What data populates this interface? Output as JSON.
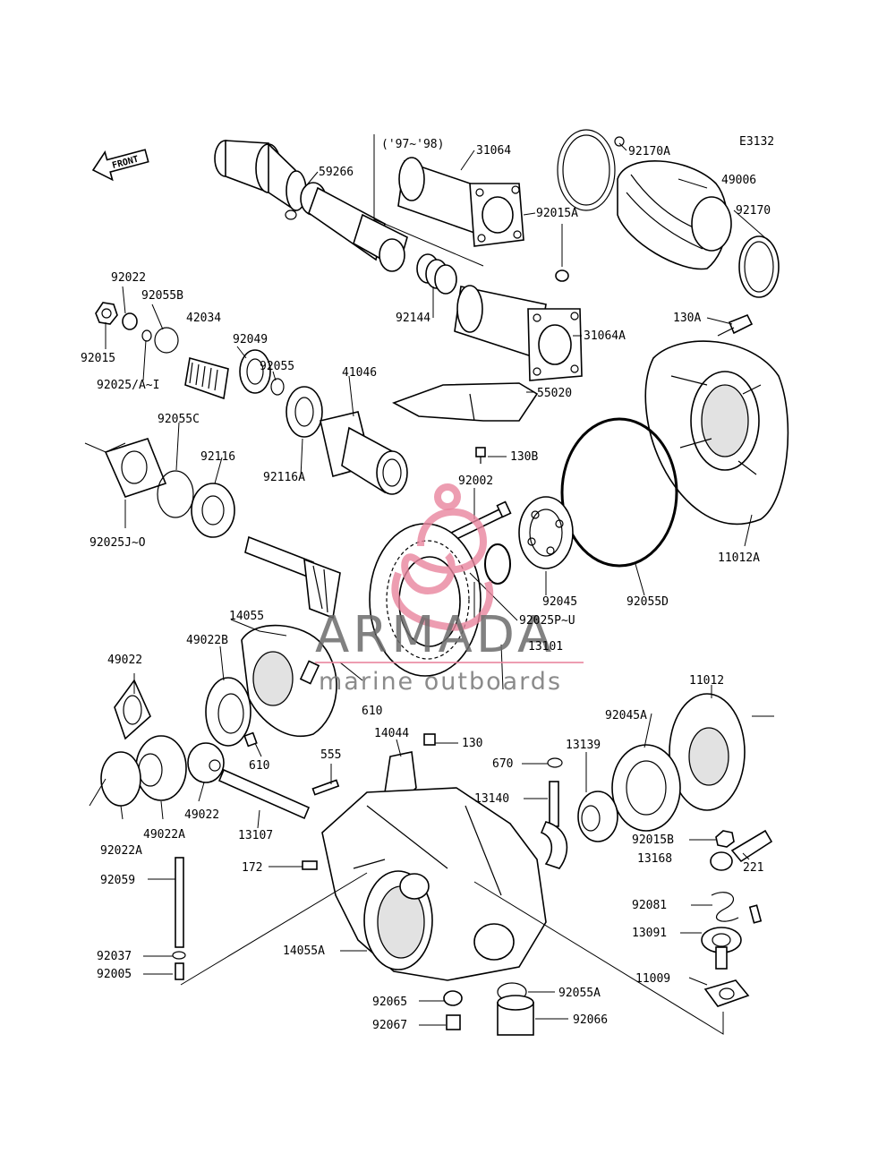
{
  "diagram": {
    "code": "E3132",
    "front_label": "FRONT",
    "year_note": "('97~'98)",
    "watermark": {
      "brand": "ARMADA",
      "tagline": "marine outboards",
      "logo_color": "#e8859e"
    }
  },
  "labels": [
    {
      "id": "59266",
      "text": "59266"
    },
    {
      "id": "31064",
      "text": "31064"
    },
    {
      "id": "92170A",
      "text": "92170A"
    },
    {
      "id": "49006",
      "text": "49006"
    },
    {
      "id": "92170",
      "text": "92170"
    },
    {
      "id": "92015A",
      "text": "92015A"
    },
    {
      "id": "92022",
      "text": "92022"
    },
    {
      "id": "92055B",
      "text": "92055B"
    },
    {
      "id": "42034",
      "text": "42034"
    },
    {
      "id": "92015",
      "text": "92015"
    },
    {
      "id": "92049",
      "text": "92049"
    },
    {
      "id": "92144",
      "text": "92144"
    },
    {
      "id": "31064A",
      "text": "31064A"
    },
    {
      "id": "130A",
      "text": "130A"
    },
    {
      "id": "92025A-I",
      "text": "92025/A~I"
    },
    {
      "id": "92055",
      "text": "92055"
    },
    {
      "id": "41046",
      "text": "41046"
    },
    {
      "id": "55020",
      "text": "55020"
    },
    {
      "id": "92055C",
      "text": "92055C"
    },
    {
      "id": "92116",
      "text": "92116"
    },
    {
      "id": "130B",
      "text": "130B"
    },
    {
      "id": "92116A",
      "text": "92116A"
    },
    {
      "id": "92002",
      "text": "92002"
    },
    {
      "id": "92025J-O",
      "text": "92025J~O"
    },
    {
      "id": "11012A",
      "text": "11012A"
    },
    {
      "id": "92045",
      "text": "92045"
    },
    {
      "id": "92055D",
      "text": "92055D"
    },
    {
      "id": "14055",
      "text": "14055"
    },
    {
      "id": "92025P-U",
      "text": "92025P~U"
    },
    {
      "id": "49022B",
      "text": "49022B"
    },
    {
      "id": "13101",
      "text": "13101"
    },
    {
      "id": "49022",
      "text": "49022"
    },
    {
      "id": "11012",
      "text": "11012"
    },
    {
      "id": "610a",
      "text": "610"
    },
    {
      "id": "92045A",
      "text": "92045A"
    },
    {
      "id": "14044",
      "text": "14044"
    },
    {
      "id": "130",
      "text": "130"
    },
    {
      "id": "610b",
      "text": "610"
    },
    {
      "id": "13139",
      "text": "13139"
    },
    {
      "id": "555",
      "text": "555"
    },
    {
      "id": "670",
      "text": "670"
    },
    {
      "id": "13140",
      "text": "13140"
    },
    {
      "id": "49022b",
      "text": "49022"
    },
    {
      "id": "92022A",
      "text": "92022A"
    },
    {
      "id": "49022A",
      "text": "49022A"
    },
    {
      "id": "13107",
      "text": "13107"
    },
    {
      "id": "92015B",
      "text": "92015B"
    },
    {
      "id": "13168",
      "text": "13168"
    },
    {
      "id": "221",
      "text": "221"
    },
    {
      "id": "92059",
      "text": "92059"
    },
    {
      "id": "172",
      "text": "172"
    },
    {
      "id": "92081",
      "text": "92081"
    },
    {
      "id": "13091",
      "text": "13091"
    },
    {
      "id": "14055A",
      "text": "14055A"
    },
    {
      "id": "92037",
      "text": "92037"
    },
    {
      "id": "92005",
      "text": "92005"
    },
    {
      "id": "11009",
      "text": "11009"
    },
    {
      "id": "92065",
      "text": "92065"
    },
    {
      "id": "92055A",
      "text": "92055A"
    },
    {
      "id": "92067",
      "text": "92067"
    },
    {
      "id": "92066",
      "text": "92066"
    }
  ]
}
